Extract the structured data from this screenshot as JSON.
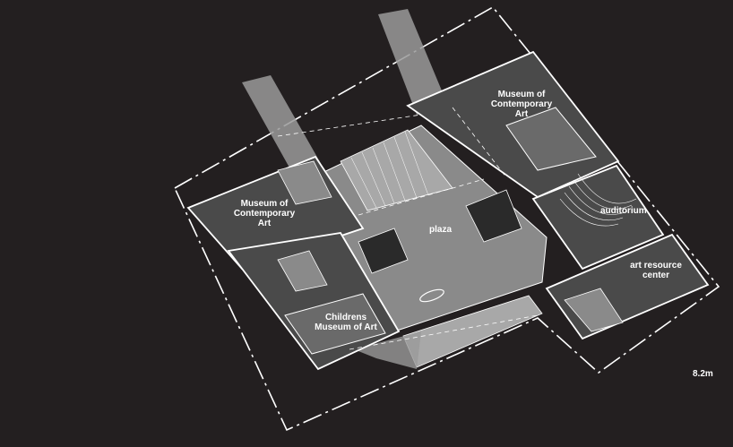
{
  "labels": {
    "moca_right": "Museum of\nContemporary\nArt",
    "moca_left": "Museum of\nContemporary\nArt",
    "plaza": "plaza",
    "auditorium": "auditorium",
    "art_resource": "art resource\ncenter",
    "childrens": "Childrens\nMuseum of Art",
    "level": "8.2m"
  },
  "colors": {
    "background": "#231f20",
    "block_dark": "#4a4a4a",
    "block_mid": "#7a7a7a",
    "light": "#bdbdbd",
    "line": "#ffffff"
  }
}
